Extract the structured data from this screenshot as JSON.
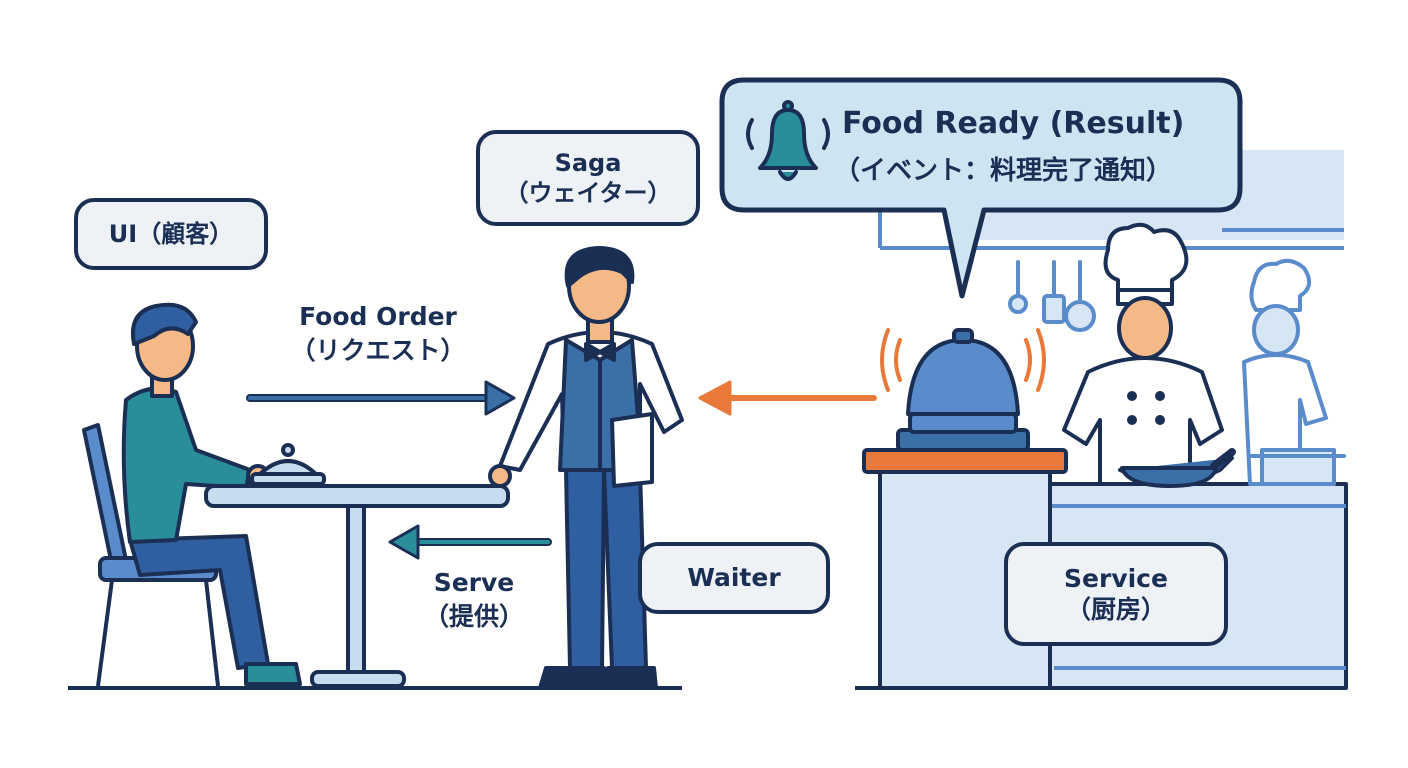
{
  "labels": {
    "ui": "UI（顧客）",
    "saga_title": "Saga",
    "saga_sub": "（ウェイター）",
    "waiter": "Waiter",
    "service_title": "Service",
    "service_sub": "（厨房）"
  },
  "arrows": {
    "order_title": "Food Order",
    "order_sub": "（リクエスト）",
    "serve_title": "Serve",
    "serve_sub": "（提供）"
  },
  "bubble": {
    "title": "Food Ready (Result)",
    "sub": "（イベント：料理完了通知）"
  },
  "colors": {
    "outline": "#1b2f55",
    "request_arrow": "#3b6fa8",
    "result_arrow": "#e8793a",
    "serve_arrow": "#2a8e9a",
    "label_bg": "#eef1f6",
    "bubble_bg": "#cfe4f3",
    "kitchen_blue": "#d6e6f5",
    "counter_orange": "#e8793a"
  }
}
